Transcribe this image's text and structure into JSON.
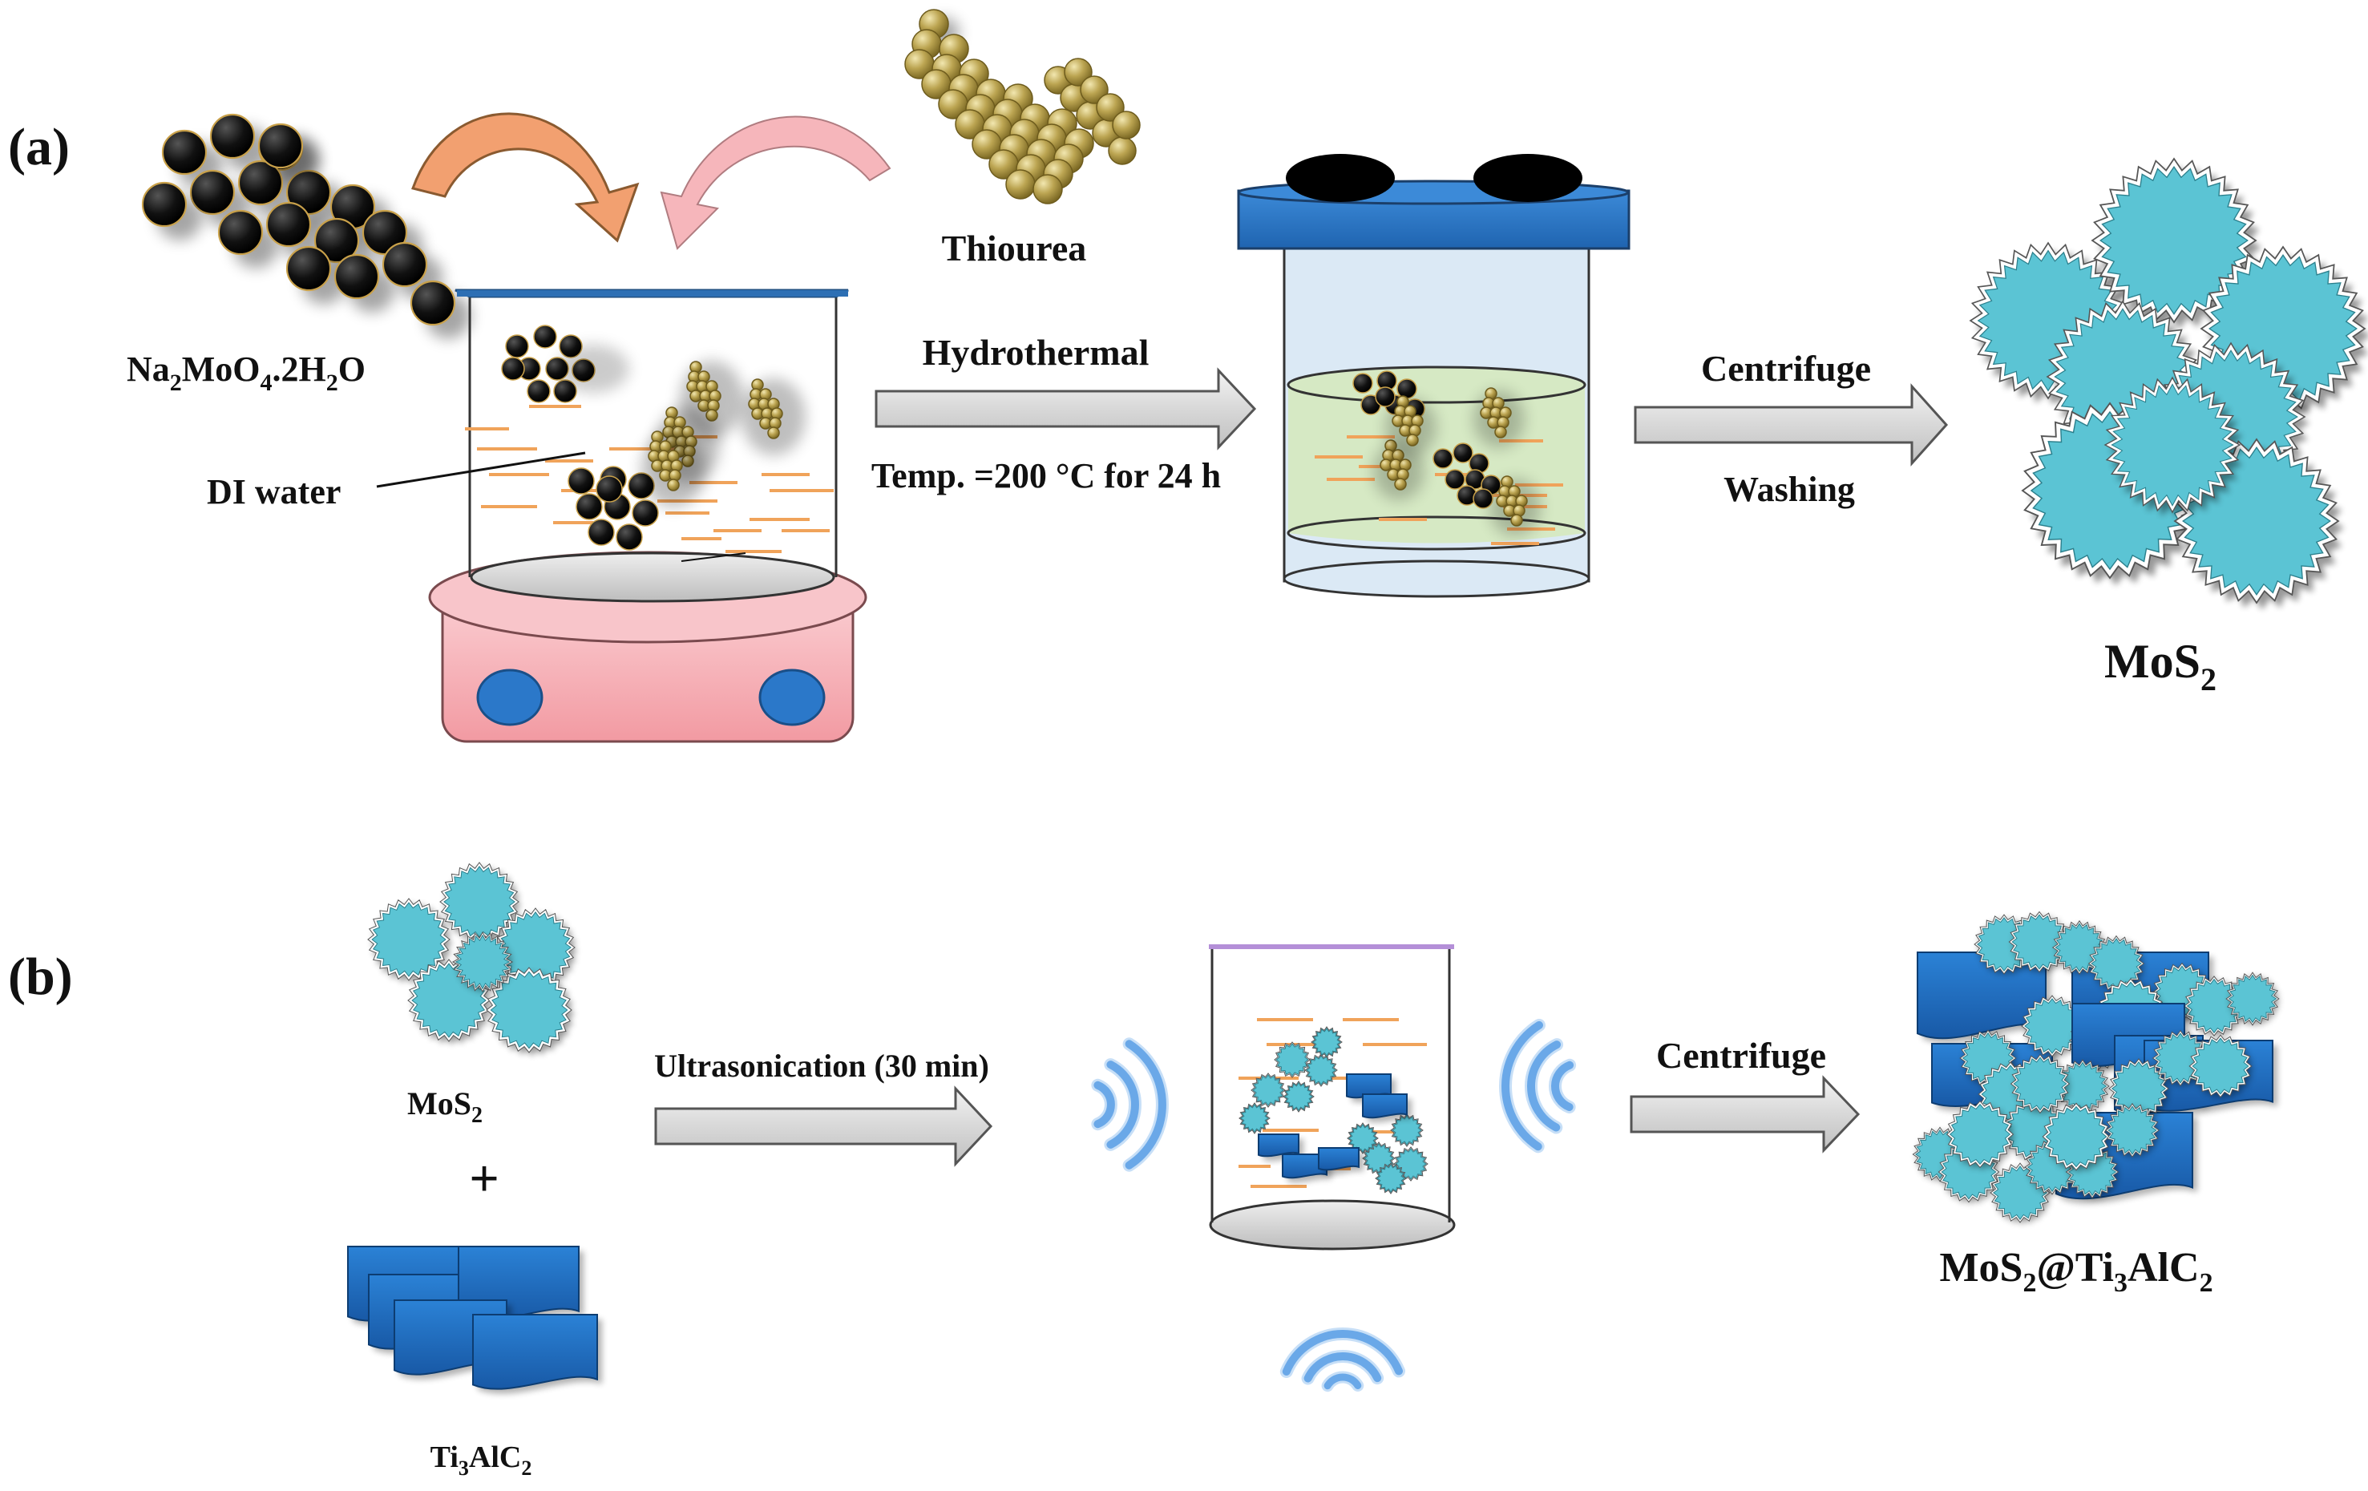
{
  "panels": {
    "a": {
      "letter": "(a)",
      "reagent_1": {
        "main": "Na",
        "s1": "2",
        "m2": "MoO",
        "s2": "4",
        "m3": ".2H",
        "s3": "2",
        "m4": "O"
      },
      "reagent_2": "Thiourea",
      "solvent": "DI water",
      "step_1": {
        "top": "Hydrothermal",
        "bottom": "Temp. =200 °C for 24 h"
      },
      "step_2": {
        "top": "Centrifuge",
        "bottom": "Washing"
      },
      "product": {
        "main": "MoS",
        "sub": "2"
      }
    },
    "b": {
      "letter": "(b)",
      "input_1": {
        "main": "MoS",
        "sub": "2"
      },
      "plus": "+",
      "input_2": {
        "m1": "Ti",
        "s1": "3",
        "m2": "AlC",
        "s2": "2"
      },
      "step_1": "Ultrasonication (30 min)",
      "step_2": "Centrifuge",
      "product": {
        "m1": "MoS",
        "s1": "2",
        "m2": "@Ti",
        "s2": "3",
        "m3": "AlC",
        "s3": "2"
      }
    }
  },
  "colors": {
    "mos2_sphere": "#5bc4d4",
    "ti3alc2_sheet": "#1f6fc0",
    "thiourea": "#b8a44e",
    "molybdate": "#111111",
    "hotplate": "#f6b8bd",
    "hotplate_knob": "#2b78c9",
    "autoclave_lid": "#2b78c9",
    "solution": "#d6e9c4",
    "water_line": "#f0a35a",
    "arrow": "#d9d9d9",
    "curved_arrow_1": "#f2a070",
    "curved_arrow_2": "#f6b6bb",
    "sound_wave": "#6aa8e8"
  },
  "icons": [
    "hotplate-icon",
    "beaker-icon",
    "autoclave-icon",
    "process-arrow-icon",
    "curved-arrow-icon",
    "sound-wave-icon"
  ]
}
